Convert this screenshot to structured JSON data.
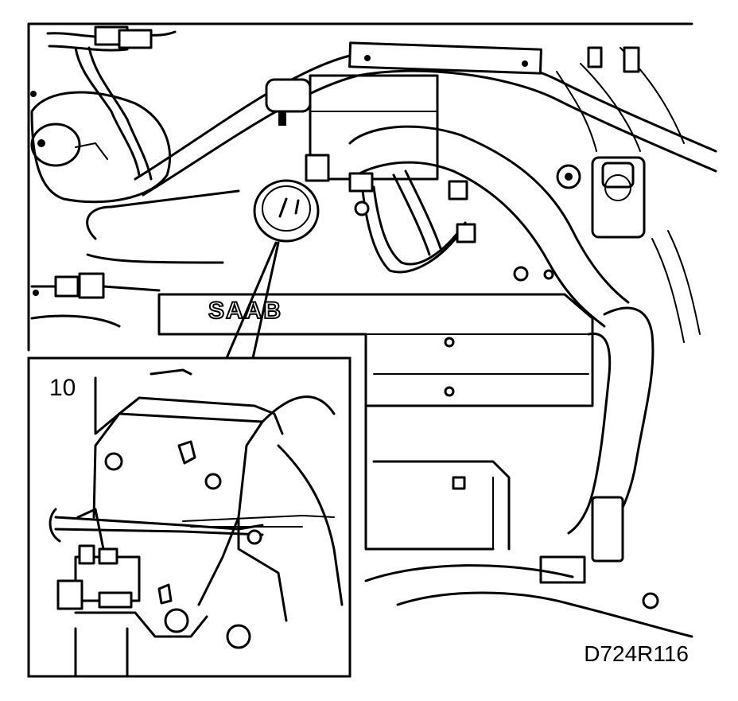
{
  "figure": {
    "callout_number": "10",
    "figure_code": "D724R116",
    "engine_brand": "SAAB"
  }
}
